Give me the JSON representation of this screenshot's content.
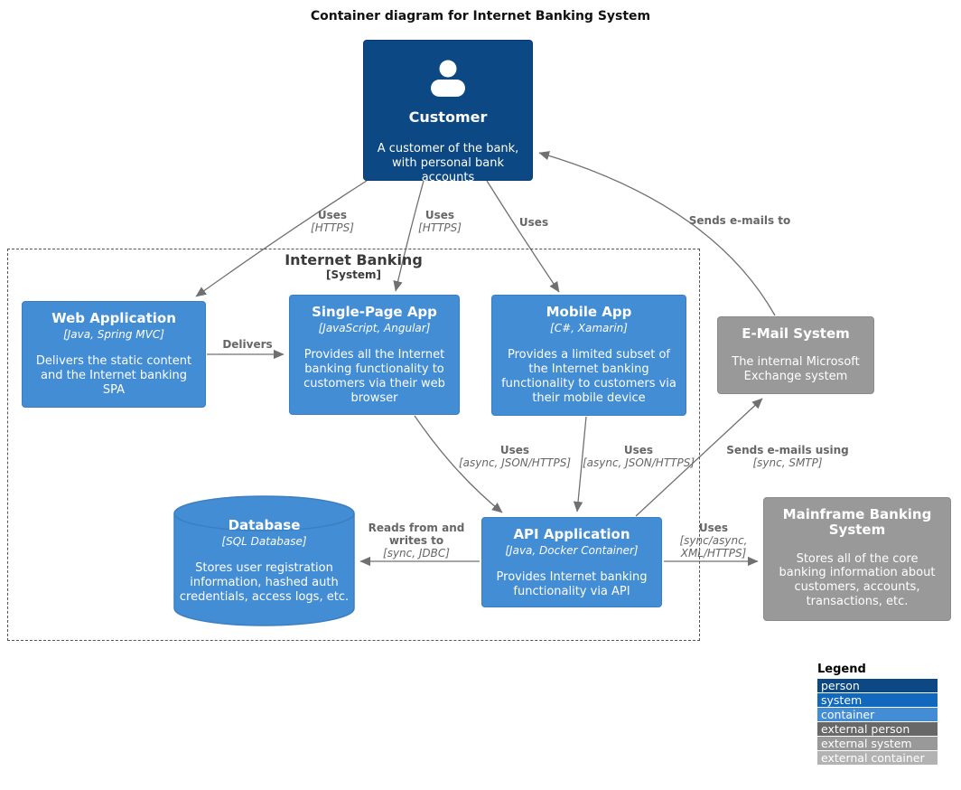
{
  "title": "Container diagram for Internet Banking System",
  "colors": {
    "person": "#0b4884",
    "system": "#1168bd",
    "container": "#438dd5",
    "external_person": "#686868",
    "external_system": "#999999",
    "external_container": "#b3b3b3",
    "line": "#707070",
    "relationship_text": "#666666"
  },
  "boundary": {
    "name": "Internet Banking",
    "type": "[System]"
  },
  "nodes": {
    "customer": {
      "name": "Customer",
      "icon": "person-icon",
      "description": "A customer of the bank, with personal bank accounts"
    },
    "web_app": {
      "name": "Web Application",
      "tech": "[Java, Spring MVC]",
      "description": "Delivers the static content and the Internet banking SPA"
    },
    "spa": {
      "name": "Single-Page App",
      "tech": "[JavaScript, Angular]",
      "description": "Provides all the Internet banking functionality to customers via their web browser"
    },
    "mobile_app": {
      "name": "Mobile App",
      "tech": "[C#, Xamarin]",
      "description": "Provides a limited subset of the Internet banking functionality to customers via their mobile device"
    },
    "email_system": {
      "name": "E-Mail System",
      "description": "The internal Microsoft Exchange system"
    },
    "database": {
      "name": "Database",
      "tech": "[SQL Database]",
      "description": "Stores user registration information, hashed auth credentials, access logs, etc."
    },
    "api_app": {
      "name": "API Application",
      "tech": "[Java, Docker Container]",
      "description": "Provides Internet banking functionality via API"
    },
    "mainframe": {
      "name": "Mainframe Banking System",
      "description": "Stores all of the core banking information about customers, accounts, transactions, etc."
    }
  },
  "relationships": {
    "customer_web": {
      "label": "Uses",
      "tech": "[HTTPS]"
    },
    "customer_spa": {
      "label": "Uses",
      "tech": "[HTTPS]"
    },
    "customer_mobile": {
      "label": "Uses"
    },
    "email_customer": {
      "label": "Sends e-mails to"
    },
    "web_spa": {
      "label": "Delivers"
    },
    "spa_api": {
      "label": "Uses",
      "tech": "[async, JSON/HTTPS]"
    },
    "mobile_api": {
      "label": "Uses",
      "tech": "[async, JSON/HTTPS]"
    },
    "api_email": {
      "label": "Sends e-mails using",
      "tech": "[sync, SMTP]"
    },
    "api_db": {
      "label": "Reads from and writes to",
      "tech": "[sync, JDBC]"
    },
    "api_mainframe": {
      "label": "Uses",
      "tech": "[sync/async, XML/HTTPS]"
    }
  },
  "legend": {
    "title": "Legend",
    "items": [
      {
        "label": "person",
        "color": "#0b4884"
      },
      {
        "label": "system",
        "color": "#1168bd"
      },
      {
        "label": "container",
        "color": "#438dd5"
      },
      {
        "label": "external person",
        "color": "#686868"
      },
      {
        "label": "external system",
        "color": "#999999"
      },
      {
        "label": "external container",
        "color": "#b3b3b3"
      }
    ]
  }
}
